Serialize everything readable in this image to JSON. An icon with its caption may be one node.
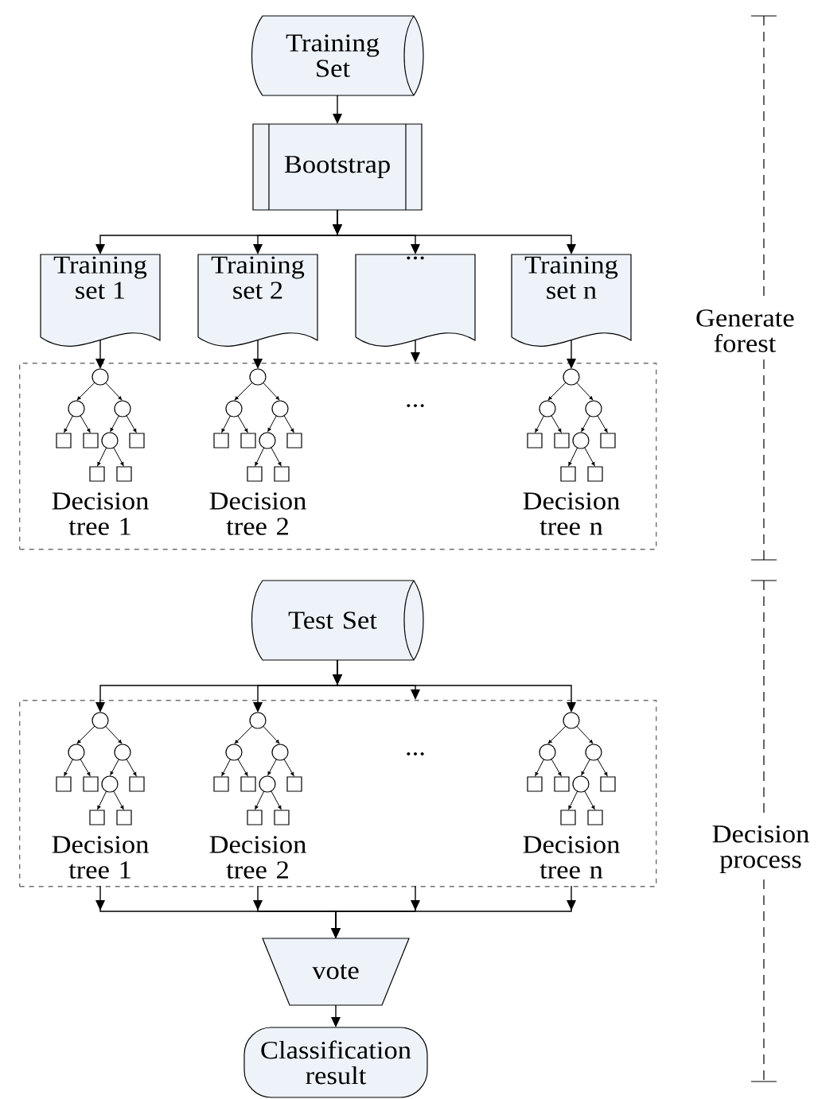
{
  "diagram": {
    "nodes": [
      {
        "text": [
          "Training Set"
        ]
      },
      {
        "text": [
          "Bootstrap"
        ]
      },
      {
        "text": [
          "Training set 1"
        ]
      },
      {
        "text": [
          "Training set 2"
        ]
      },
      {
        "text": [
          "..."
        ]
      },
      {
        "text": [
          "Training set n"
        ]
      },
      {
        "text": [],
        "shape": "box"
      },
      {
        "text": [
          "Decision tree 1"
        ],
        "in": 6
      },
      {
        "text": [
          "Decision tree 2"
        ],
        "in": 6
      },
      {
        "text": [
          "Decision tree n"
        ],
        "in": 6
      },
      {
        "text": [
          "Test Set"
        ]
      },
      {
        "text": [],
        "shape": "box"
      },
      {
        "text": [
          "Decision tree 1"
        ],
        "in": 11
      },
      {
        "text": [
          "Decision tree 2"
        ],
        "in": 11
      },
      {
        "text": [
          "Decision tree n"
        ],
        "in": 11
      },
      {
        "text": [
          "vote"
        ]
      },
      {
        "text": [
          "Classification result"
        ]
      }
    ],
    "edges": [
      {
        "from": 0,
        "to": 1,
        "arrow": "to"
      },
      {
        "from": 1,
        "to": 2,
        "arrow": "to"
      },
      {
        "from": 1,
        "to": 3,
        "arrow": "to"
      },
      {
        "from": 1,
        "to": 4,
        "arrow": "to"
      },
      {
        "from": 1,
        "to": 5,
        "arrow": "to"
      },
      {
        "from": 2,
        "to": 7,
        "arrow": "to"
      },
      {
        "from": 3,
        "to": 8,
        "arrow": "to"
      },
      {
        "from": 4,
        "to": 6,
        "arrow": "to"
      },
      {
        "from": 5,
        "to": 9,
        "arrow": "to"
      },
      {
        "from": 10,
        "to": 12,
        "arrow": "to"
      },
      {
        "from": 10,
        "to": 13,
        "arrow": "to"
      },
      {
        "from": 10,
        "to": 11,
        "arrow": "to"
      },
      {
        "from": 10,
        "to": 14,
        "arrow": "to"
      },
      {
        "from": 12,
        "to": 15,
        "arrow": "to"
      },
      {
        "from": 13,
        "to": 15,
        "arrow": "to"
      },
      {
        "from": 11,
        "to": 15,
        "arrow": "to"
      },
      {
        "from": 14,
        "to": 15,
        "arrow": "to"
      },
      {
        "from": 15,
        "to": 16,
        "arrow": "to"
      }
    ],
    "labels": [
      "...",
      "...",
      "Generate forest",
      "Decision process"
    ]
  }
}
